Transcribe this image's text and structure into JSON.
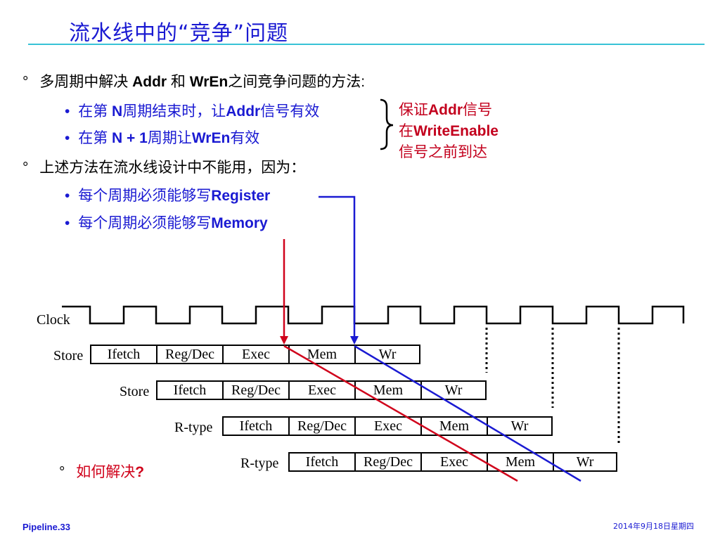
{
  "title": "流水线中的“竞争”问题",
  "bullets": {
    "b1": {
      "pre": "多周期中解决 ",
      "addr": "Addr",
      "mid": " 和 ",
      "wren": "WrEn",
      "post": "之间竞争问题的方法:"
    },
    "b1a": {
      "pre": "在第 ",
      "n": "N",
      "mid": "周期结束时，让",
      "addr": "Addr",
      "post": "信号有效"
    },
    "b1b": {
      "pre": "在第 ",
      "n1": "N + 1",
      "mid": "周期让",
      "wren": "WrEn",
      "post": "有效"
    },
    "b2": {
      "text": "上述方法在流水线设计中不能用，因为："
    },
    "b2a": {
      "pre": "每个周期必须能够写",
      "word": "Register"
    },
    "b2b": {
      "pre": "每个周期必须能够写",
      "word": "Memory"
    },
    "b3": {
      "pre": "如何解决",
      "q": "?"
    }
  },
  "note": {
    "line1_pre": "保证",
    "line1_addr": "Addr",
    "line1_post": "信号",
    "line2_pre": "在",
    "line2_we": "WriteEnable",
    "line3": "信号之前到达"
  },
  "diagram": {
    "clock_label": "Clock",
    "rows": [
      {
        "label": "Store",
        "stages": [
          "Ifetch",
          "Reg/Dec",
          "Exec",
          "Mem",
          "Wr"
        ]
      },
      {
        "label": "Store",
        "stages": [
          "Ifetch",
          "Reg/Dec",
          "Exec",
          "Mem",
          "Wr"
        ]
      },
      {
        "label": "R-type",
        "stages": [
          "Ifetch",
          "Reg/Dec",
          "Exec",
          "Mem",
          "Wr"
        ]
      },
      {
        "label": "R-type",
        "stages": [
          "Ifetch",
          "Reg/Dec",
          "Exec",
          "Mem",
          "Wr"
        ]
      }
    ]
  },
  "colors": {
    "title": "#1a1ad2",
    "rule": "#38c3d6",
    "red": "#d0021b",
    "blue": "#1a1ad2"
  },
  "footer": {
    "left": "Pipeline.33",
    "right": "2014年9月18日星期四"
  }
}
